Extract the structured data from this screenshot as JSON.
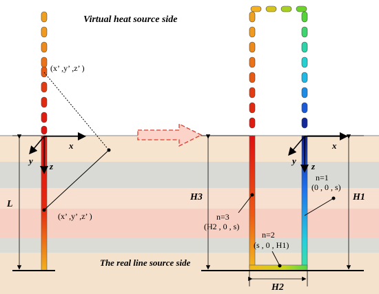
{
  "texts": {
    "top_title": "Virtual heat source side",
    "bottom_title": "The real line source side",
    "coord_virtual": "(x’ ,y’ ,z’ )",
    "coord_real": "(x’ ,y’ ,z’ )",
    "axis_x_left": "x",
    "axis_y_left": "y",
    "axis_z_left": "z",
    "axis_x_right": "x",
    "axis_y_right": "y",
    "axis_z_right": "z",
    "dim_L": "L",
    "dim_H3": "H3",
    "dim_H1": "H1",
    "dim_H2": "H2",
    "n3_label": "n=3",
    "n3_coord": "(H2 , 0 , s)",
    "n1_label": "n=1",
    "n1_coord": "(0 , 0 , s)",
    "n2_label": "n=2",
    "n2_coord": "(s , 0 , H1)"
  },
  "colors": {
    "ground_band_1": "#f6e4cf",
    "ground_band_2": "#d9d9d6",
    "ground_band_3": "#f7cfc3",
    "ground_band_4": "#dcdcd8",
    "arrow_outline": "#e03a2a",
    "arrow_fill": "#fbd3c8"
  }
}
